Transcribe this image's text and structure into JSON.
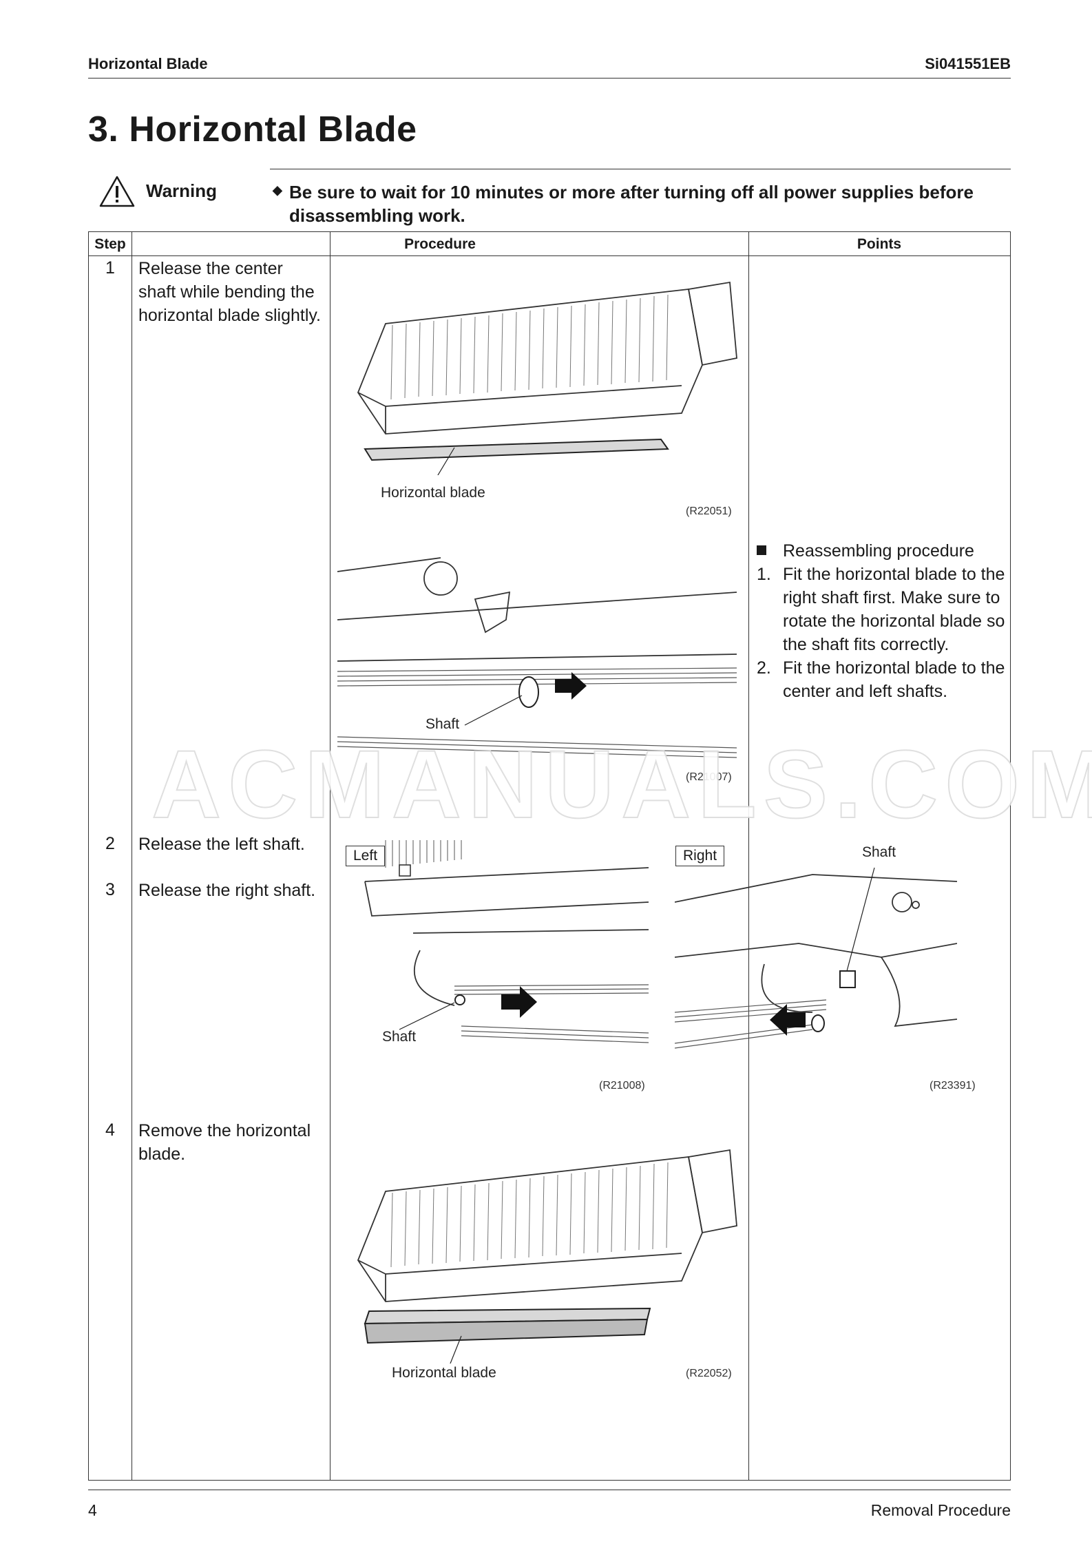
{
  "header": {
    "left": "Horizontal Blade",
    "right": "Si041551EB"
  },
  "title": "3. Horizontal Blade",
  "warning": {
    "label": "Warning",
    "text": "Be sure to wait for 10 minutes or more after turning off all power supplies before disassembling work."
  },
  "table": {
    "headers": {
      "step": "Step",
      "procedure": "Procedure",
      "points": "Points"
    },
    "steps": [
      {
        "num": "1",
        "text": "Release the center shaft while bending the horizontal blade slightly."
      },
      {
        "num": "2",
        "text": "Release the left shaft."
      },
      {
        "num": "3",
        "text": "Release the right shaft."
      },
      {
        "num": "4",
        "text": "Remove the horizontal blade."
      }
    ],
    "points": {
      "heading": "Reassembling procedure",
      "items": [
        {
          "num": "1.",
          "text": "Fit the horizontal blade to the right shaft first. Make sure to rotate the horizontal blade so the shaft fits correctly."
        },
        {
          "num": "2.",
          "text": "Fit the horizontal blade to the center and left shafts."
        }
      ]
    }
  },
  "figures": {
    "fig1": {
      "label": "Horizontal blade",
      "ref": "(R22051)"
    },
    "fig2": {
      "label": "Shaft",
      "ref": "(R21007)"
    },
    "fig3": {
      "tag": "Left",
      "label": "Shaft",
      "ref": "(R21008)"
    },
    "fig4": {
      "tag": "Right",
      "label": "Shaft",
      "ref": "(R23391)"
    },
    "fig5": {
      "label": "Horizontal blade",
      "ref": "(R22052)"
    }
  },
  "watermark": "ACMANUALS.COM",
  "footer": {
    "page": "4",
    "section": "Removal Procedure"
  }
}
